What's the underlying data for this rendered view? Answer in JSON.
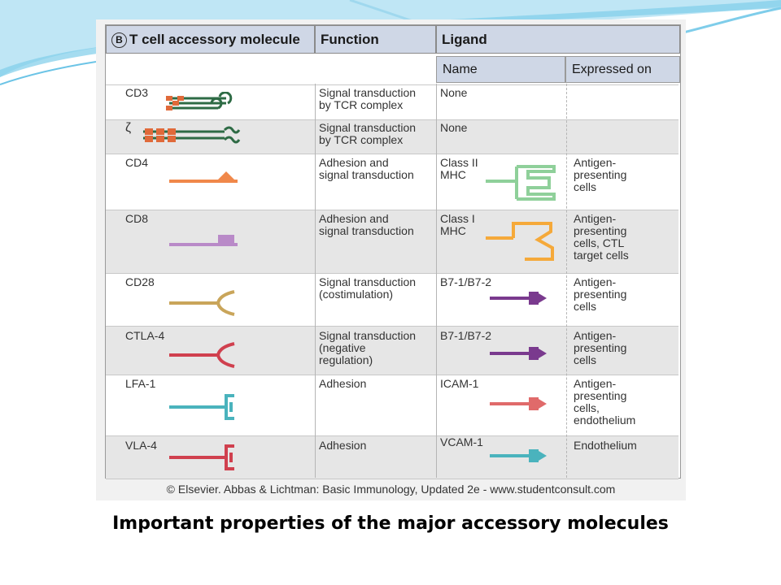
{
  "table": {
    "panel_label": "B",
    "headers": {
      "molecule": "T cell accessory molecule",
      "function": "Function",
      "ligand": "Ligand"
    },
    "ligand_subheaders": {
      "name": "Name",
      "expressed_on": "Expressed on"
    },
    "rows": [
      {
        "molecule": "CD3",
        "function": "Signal transduction\nby TCR complex",
        "ligand": "None",
        "expressed_on": ""
      },
      {
        "molecule": "ζ",
        "function": "Signal transduction\nby TCR complex",
        "ligand": "None",
        "expressed_on": ""
      },
      {
        "molecule": "CD4",
        "function": "Adhesion and\nsignal transduction",
        "ligand": "Class II\nMHC",
        "expressed_on": "Antigen-\npresenting\ncells"
      },
      {
        "molecule": "CD8",
        "function": "Adhesion and\nsignal transduction",
        "ligand": "Class I\nMHC",
        "expressed_on": "Antigen-\npresenting\ncells, CTL\ntarget cells"
      },
      {
        "molecule": "CD28",
        "function": "Signal transduction\n(costimulation)",
        "ligand": "B7-1/B7-2",
        "expressed_on": "Antigen-\npresenting\ncells"
      },
      {
        "molecule": "CTLA-4",
        "function": "Signal transduction\n(negative\nregulation)",
        "ligand": "B7-1/B7-2",
        "expressed_on": "Antigen-\npresenting\ncells"
      },
      {
        "molecule": "LFA-1",
        "function": "Adhesion",
        "ligand": "ICAM-1",
        "expressed_on": "Antigen-\npresenting\ncells,\nendothelium"
      },
      {
        "molecule": "VLA-4",
        "function": "Adhesion",
        "ligand": "VCAM-1",
        "expressed_on": "Endothelium"
      }
    ],
    "credit": "© Elsevier. Abbas & Lichtman: Basic Immunology, Updated 2e - www.studentconsult.com"
  },
  "caption": "Important properties of the major accessory molecules",
  "colors": {
    "header_fill": "#cfd7e6",
    "cd3": "#2e6b45",
    "cd3_box": "#e06a3a",
    "cd4": "#f0884a",
    "cd8": "#b98ac8",
    "cd28": "#c9a55a",
    "ctla4": "#d0404e",
    "lfa1": "#4ab3bd",
    "vla4": "#d0404e",
    "mhc2": "#8fd09a",
    "mhc1": "#f5a93a",
    "b7": "#7a3a8e",
    "icam": "#e06a6a",
    "vcam": "#4ab3bd"
  }
}
